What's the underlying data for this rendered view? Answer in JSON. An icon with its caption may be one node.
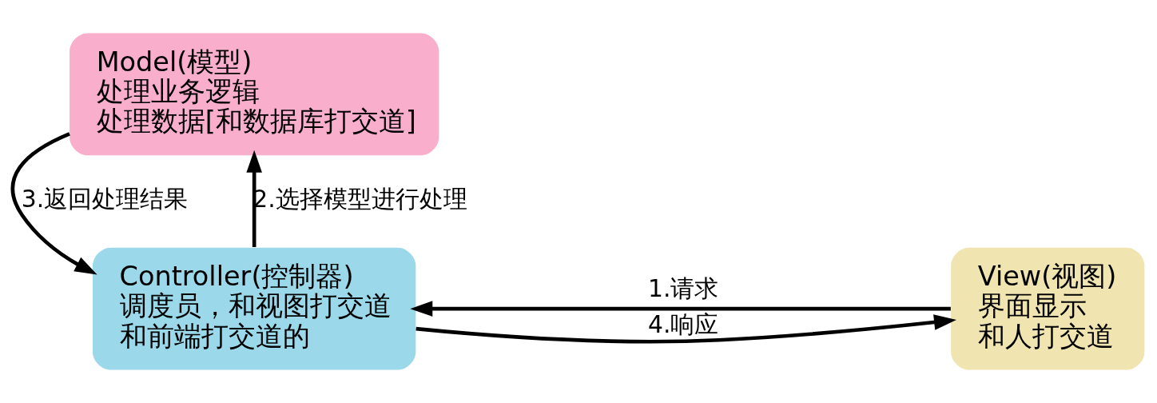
{
  "diagram": {
    "nodes": [
      {
        "text": [
          "Model(模型)",
          "处理业务逻辑",
          "处理数据[和数据库打交道]"
        ]
      },
      {
        "text": [
          "View(视图)",
          "界面显示",
          "和人打交道"
        ]
      },
      {
        "text": [
          "Controller(控制器)",
          "调度员，和视图打交道",
          "和前端打交道的"
        ]
      }
    ],
    "edges": [
      {
        "from": 1,
        "to": 2,
        "arrow": "to",
        "label": "1.请求"
      },
      {
        "from": 2,
        "to": 0,
        "arrow": "to",
        "label": "2.选择模型进行处理"
      },
      {
        "from": 0,
        "to": 2,
        "arrow": "to",
        "label": "3.返回处理结果"
      },
      {
        "from": 2,
        "to": 1,
        "arrow": "to",
        "label": "4.响应"
      }
    ]
  }
}
